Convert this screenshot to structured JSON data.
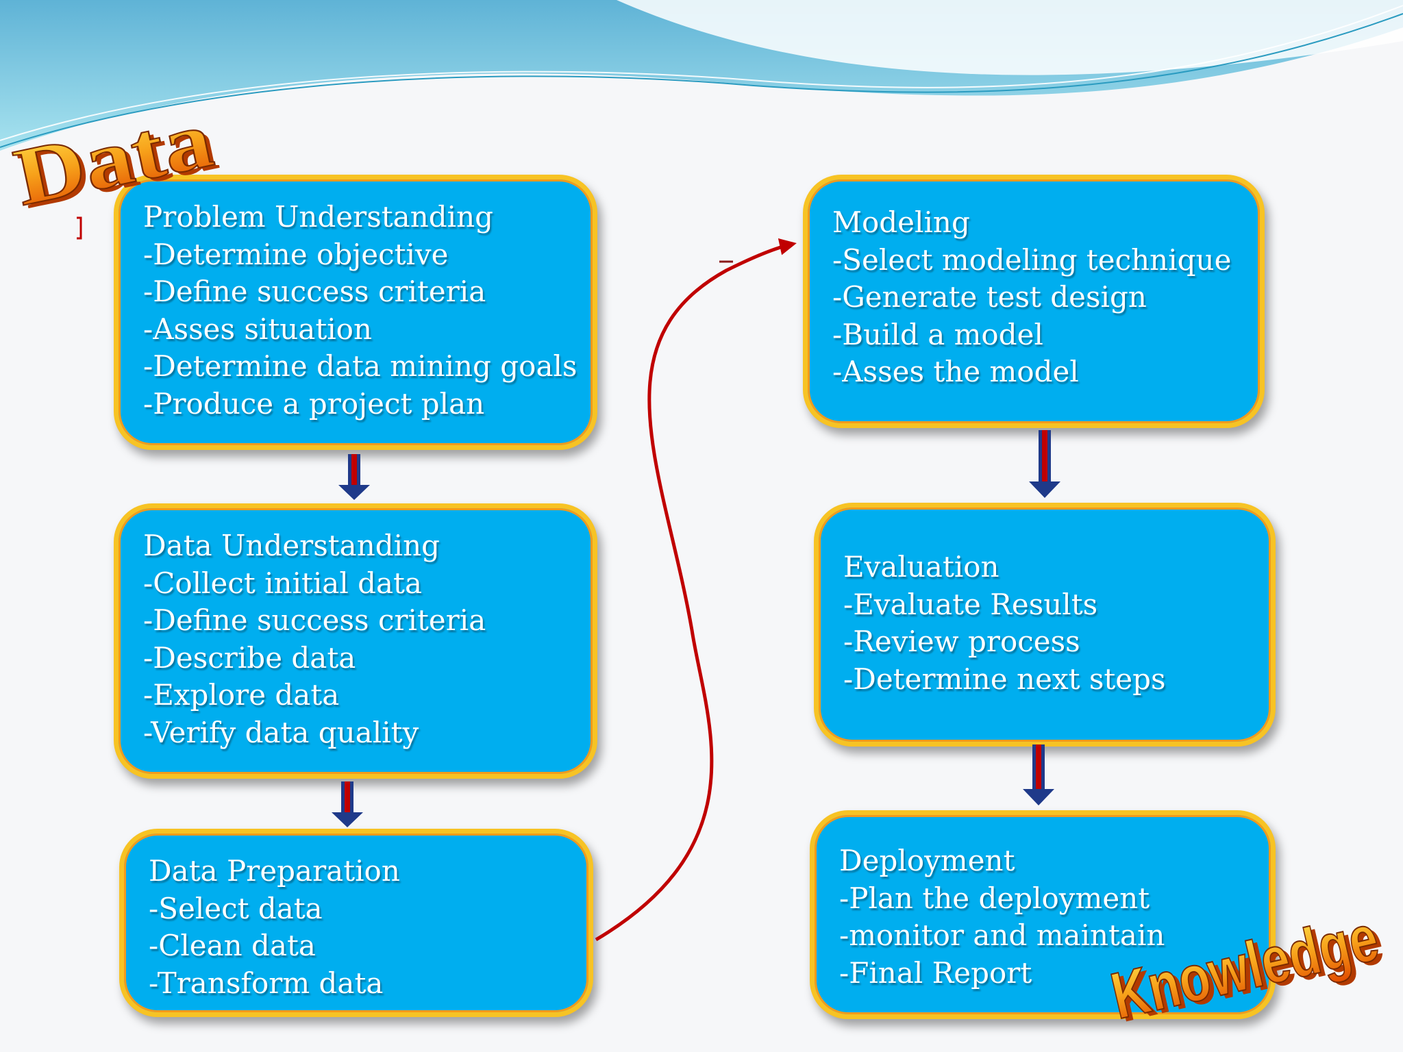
{
  "boxes": {
    "problem_understanding": {
      "title": "Problem Understanding",
      "items": [
        "-Determine objective",
        "-Define success criteria",
        "-Asses situation",
        "-Determine data mining goals",
        "-Produce a project plan"
      ]
    },
    "data_understanding": {
      "title": "Data Understanding",
      "items": [
        "-Collect initial data",
        "-Define success criteria",
        "-Describe data",
        "-Explore data",
        "-Verify data quality"
      ]
    },
    "data_preparation": {
      "title": "Data Preparation",
      "items": [
        "-Select data",
        "-Clean data",
        "-Transform data"
      ]
    },
    "modeling": {
      "title": "Modeling",
      "items": [
        "-Select modeling technique",
        "-Generate test design",
        "-Build a model",
        "-Asses the model"
      ]
    },
    "evaluation": {
      "title": "Evaluation",
      "items": [
        "-Evaluate Results",
        "-Review process",
        "-Determine next steps"
      ]
    },
    "deployment": {
      "title": "Deployment",
      "items": [
        "-Plan the deployment",
        "-monitor and maintain",
        "-Final Report"
      ]
    }
  },
  "wordart": {
    "start": "Data",
    "end": "Knowledge"
  },
  "colors": {
    "box_fill": "#00aeef",
    "box_border": "#f7c324",
    "text": "#ffffff",
    "arrow_blue": "#1f3a8a",
    "arrow_red": "#c00000",
    "wordart_top": "#ffd84a",
    "wordart_bottom": "#e24b00"
  }
}
